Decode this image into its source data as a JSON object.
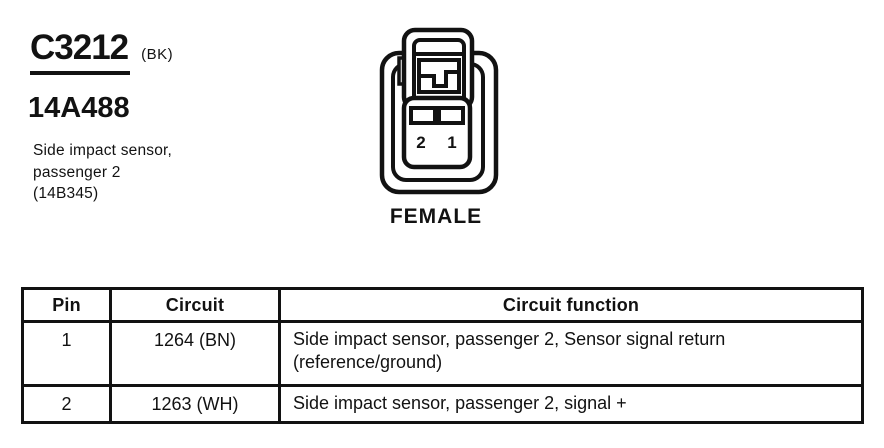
{
  "page": {
    "connector_id": "C3212",
    "connector_color_code": "(BK)",
    "part_number": "14A488",
    "description_lines": [
      "Side impact sensor,",
      "passenger 2",
      "(14B345)"
    ],
    "connector": {
      "gender_label": "FEMALE",
      "pin_left": "2",
      "pin_right": "1"
    },
    "table": {
      "headers": [
        "Pin",
        "Circuit",
        "Circuit function"
      ],
      "rows": [
        {
          "pin": "1",
          "circuit": "1264 (BN)",
          "function": "Side impact sensor, passenger 2, Sensor signal return (reference/ground)"
        },
        {
          "pin": "2",
          "circuit": "1263 (WH)",
          "function": "Side impact sensor, passenger 2, signal +"
        }
      ]
    }
  }
}
